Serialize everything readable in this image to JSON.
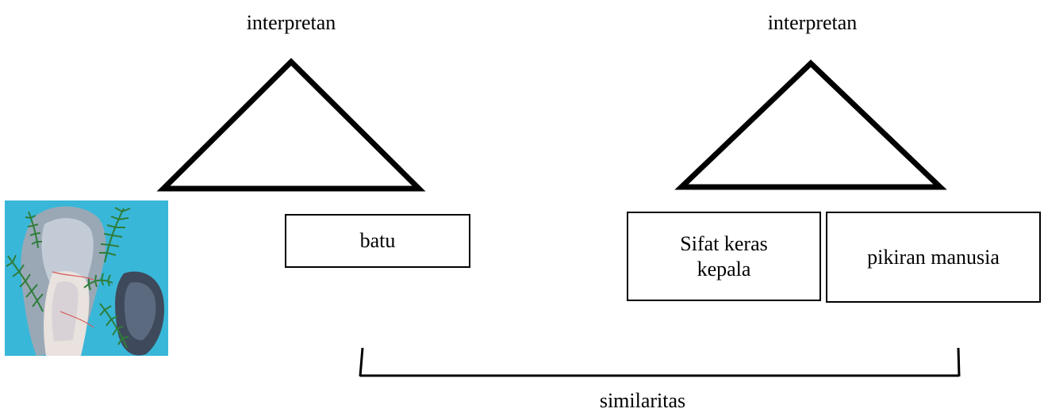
{
  "diagram": {
    "left": {
      "interpretant_label": "interpretan",
      "object_box": "batu",
      "representamen_image": "painting-icon"
    },
    "right": {
      "interpretant_label": "interpretan",
      "box_a_line1": "Sifat keras",
      "box_a_line2": "kepala",
      "box_b": "pikiran manusia"
    },
    "bottom_label": "similaritas"
  },
  "colors": {
    "stroke": "#000000",
    "painting_bg": "#39b7d8"
  }
}
